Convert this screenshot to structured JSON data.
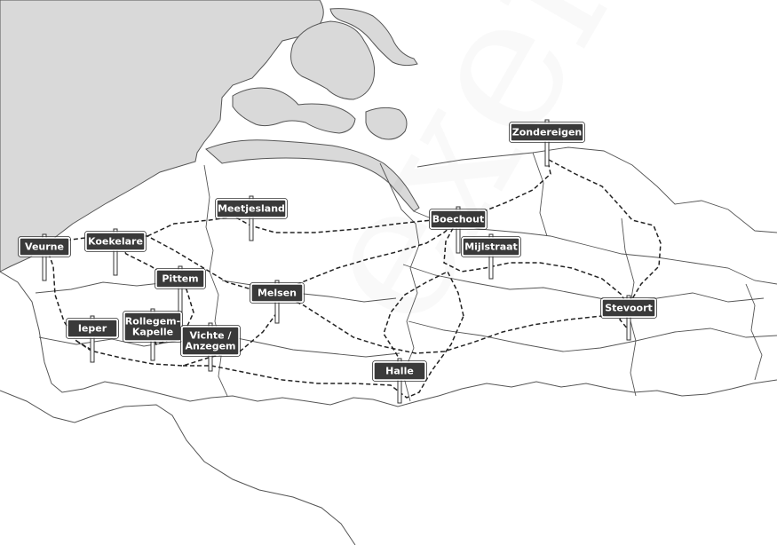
{
  "colors": {
    "sea": "#d9d9d9",
    "land": "#ffffff",
    "border": "#555555",
    "route": "#222222",
    "sign_fill": "#3a3a3a",
    "sign_text": "#ffffff"
  },
  "signs": [
    {
      "id": "veurne",
      "lines": [
        "Veurne"
      ]
    },
    {
      "id": "koekelare",
      "lines": [
        "Koekelare"
      ]
    },
    {
      "id": "meetjesland",
      "lines": [
        "Meetjesland"
      ]
    },
    {
      "id": "pittem",
      "lines": [
        "Pittem"
      ]
    },
    {
      "id": "melsen",
      "lines": [
        "Melsen"
      ]
    },
    {
      "id": "ieper",
      "lines": [
        "Ieper"
      ]
    },
    {
      "id": "rollegem-kapelle",
      "lines": [
        "Rollegem-",
        "Kapelle"
      ]
    },
    {
      "id": "vichte-anzegem",
      "lines": [
        "Vichte /",
        "Anzegem"
      ]
    },
    {
      "id": "boechout",
      "lines": [
        "Boechout"
      ]
    },
    {
      "id": "mijlstraat",
      "lines": [
        "Mijlstraat"
      ]
    },
    {
      "id": "zondereigen",
      "lines": [
        "Zondereigen"
      ]
    },
    {
      "id": "stevoort",
      "lines": [
        "Stevoort"
      ]
    },
    {
      "id": "halle",
      "lines": [
        "Halle"
      ]
    }
  ]
}
